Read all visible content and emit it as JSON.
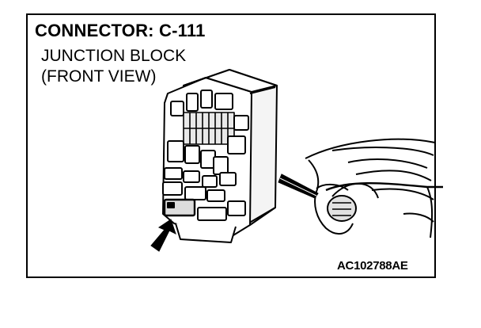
{
  "title": "CONNECTOR: C-111",
  "subtitle_line1": "JUNCTION BLOCK",
  "subtitle_line2": "(FRONT VIEW)",
  "figure_code": "AC102788AE",
  "colors": {
    "ink": "#000000",
    "paper": "#ffffff",
    "shade": "#cfcfcf"
  }
}
